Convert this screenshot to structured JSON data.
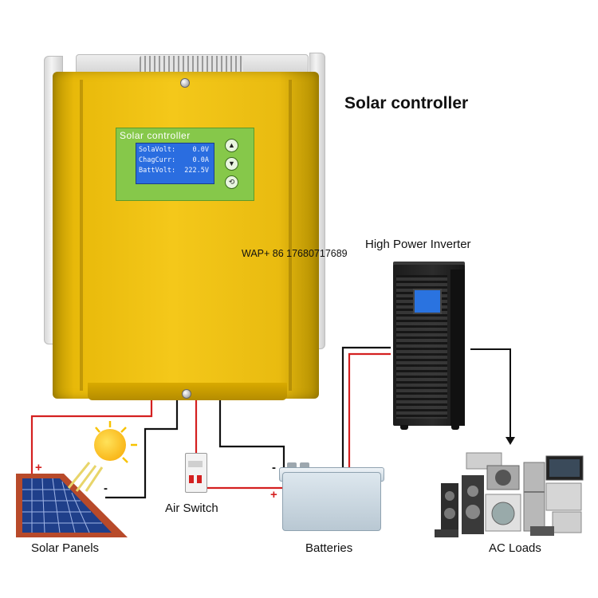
{
  "title": "Solar controller",
  "watermark": "WAP+ 86 17680717689",
  "controller": {
    "panel_title": "Solar controller",
    "lcd": [
      {
        "label": "SolaVolt:",
        "value": "0.0V"
      },
      {
        "label": "ChagCurr:",
        "value": "0.0A"
      },
      {
        "label": "BattVolt:",
        "value": "222.5V"
      }
    ],
    "keys": [
      "▲",
      "▼",
      "⟲"
    ]
  },
  "components": {
    "inverter": "High Power Inverter",
    "solar_panels": "Solar Panels",
    "air_switch": "Air Switch",
    "batteries": "Batteries",
    "ac_loads": "AC Loads"
  },
  "polarity": {
    "plus": "+",
    "minus": "-"
  },
  "colors": {
    "housing": "#f4c81a",
    "display_frame": "#86c84a",
    "lcd": "#2a6de0",
    "positive_wire": "#d42020",
    "negative_wire": "#111111"
  }
}
